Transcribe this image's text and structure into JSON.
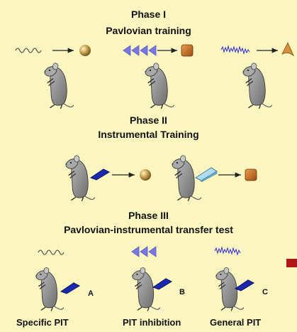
{
  "phase1": {
    "title": "Phase I",
    "subtitle": "Pavlovian training"
  },
  "phase2": {
    "title": "Phase II",
    "subtitle": "Instrumental Training"
  },
  "phase3": {
    "title": "Phase III",
    "subtitle": "Pavlovian-instrumental transfer test"
  },
  "tests": [
    {
      "letter": "A",
      "caption": "Specific PIT"
    },
    {
      "letter": "B",
      "caption": "PIT inhibition"
    },
    {
      "letter": "C",
      "caption": "General PIT"
    }
  ],
  "colors": {
    "background": "#fbf5c0",
    "lever_dark": "#1a2ab0",
    "lever_light": "#a8dcf0",
    "pellet_gold": "#b08a3a",
    "pellet_orange": "#c96a1a",
    "triangle_stimulus": "#7878e0",
    "noise_stimulus": "#2a2ad0",
    "wave_stimulus": "#555555",
    "marker_red": "#b01818"
  },
  "icons": [
    "sine-wave-stimulus-icon",
    "triangle-pulse-stimulus-icon",
    "noise-stimulus-icon",
    "gold-sphere-icon",
    "orange-cube-icon",
    "sugar-triangle-icon",
    "rat-icon",
    "lever-icon"
  ]
}
